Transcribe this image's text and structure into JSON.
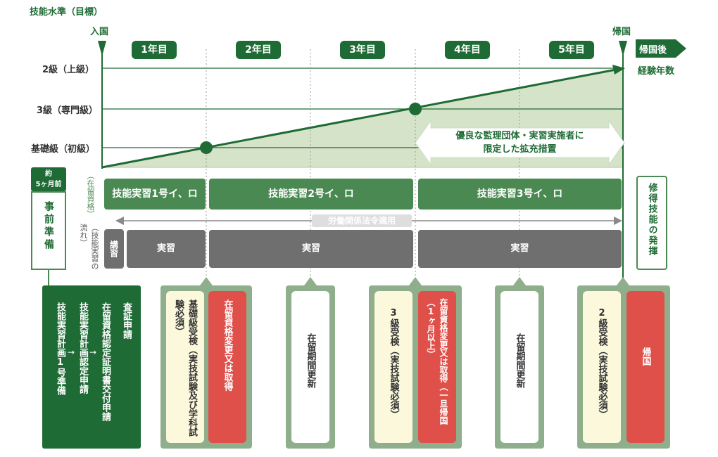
{
  "header": {
    "yaxis_title": "技能水準（目標）",
    "entry_label": "入国",
    "return_label": "帰国",
    "after_return": "帰国後",
    "years_experience": "経験年数"
  },
  "years": [
    "1年目",
    "2年目",
    "3年目",
    "4年目",
    "5年目"
  ],
  "levels": {
    "grade2": "2級（上級）",
    "grade3": "3級（専門級）",
    "basic": "基礎級（初級）"
  },
  "expansion_note": {
    "line1": "優良な監理団体・実習実施者に",
    "line2": "限定した拡充措置"
  },
  "prep": {
    "badge_line1": "約",
    "badge_line2": "5ヶ月前",
    "label": "事前準備"
  },
  "row_labels": {
    "status": "（在留資格）",
    "flow": "（技能実習の流れ）"
  },
  "stages": [
    "技能実習1号イ、ロ",
    "技能実習2号イ、ロ",
    "技能実習3号イ、ロ"
  ],
  "labor_law": "労働関係法令適用",
  "lecture": "講習",
  "training_label": "実習",
  "mastery": "修得技能の発揮",
  "prep_steps": [
    "技能実習計画1号準備",
    "技能実習計画認定申請",
    "在留資格認定証明書交付申請",
    "査証申請"
  ],
  "steps": {
    "basic_exam": "基礎級受検（実技試験及び学科試験必須）",
    "status_change1": "在留資格変更又は取得",
    "renewal1": "在留期間更新",
    "exam3": "3級受検（実技試験必須）",
    "status_change2": "在留資格変更又は取得（一旦帰国（1ヶ月以上）",
    "renewal2": "在留期間更新",
    "exam2": "2級受検（実技試験必須）",
    "return_home": "帰国"
  },
  "colors": {
    "dark_green": "#1f6b35",
    "mid_green": "#4a8a52",
    "light_green": "#d5e3c8",
    "gray": "#6f6f6f",
    "red": "#e0504a",
    "cream": "#fbf8dc"
  }
}
